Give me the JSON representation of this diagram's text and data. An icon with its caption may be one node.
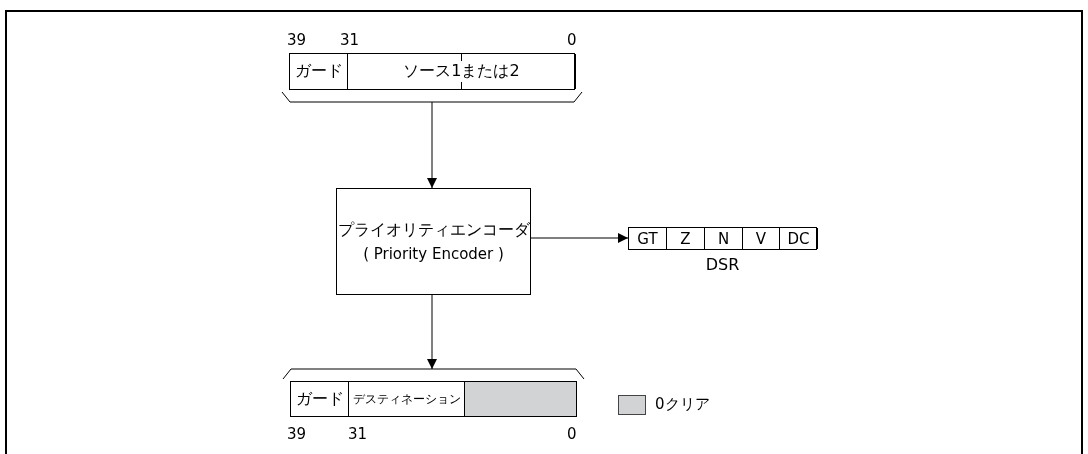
{
  "diagram": {
    "nodes": [
      {
        "text": [
          "ガード",
          "ソース1または2"
        ]
      },
      {
        "text": [
          "プライオリティエンコーダ",
          "( Priority Encoder )"
        ]
      },
      {
        "text": [
          "GT",
          "Z",
          "N",
          "V",
          "DC"
        ],
        "beside": [
          "DSR"
        ]
      },
      {
        "text": [
          "ガード",
          "デスティネーション"
        ]
      }
    ],
    "edges": [
      {
        "from": 0,
        "to": 1,
        "arrow": "to"
      },
      {
        "from": 1,
        "to": 2,
        "arrow": "to"
      },
      {
        "from": 1,
        "to": 3,
        "arrow": "to"
      }
    ],
    "labels": [
      "39",
      "31",
      "0",
      "39",
      "31",
      "0"
    ],
    "legend": [
      {
        "text": "0クリア",
        "color": "#d1d3d4"
      }
    ]
  }
}
